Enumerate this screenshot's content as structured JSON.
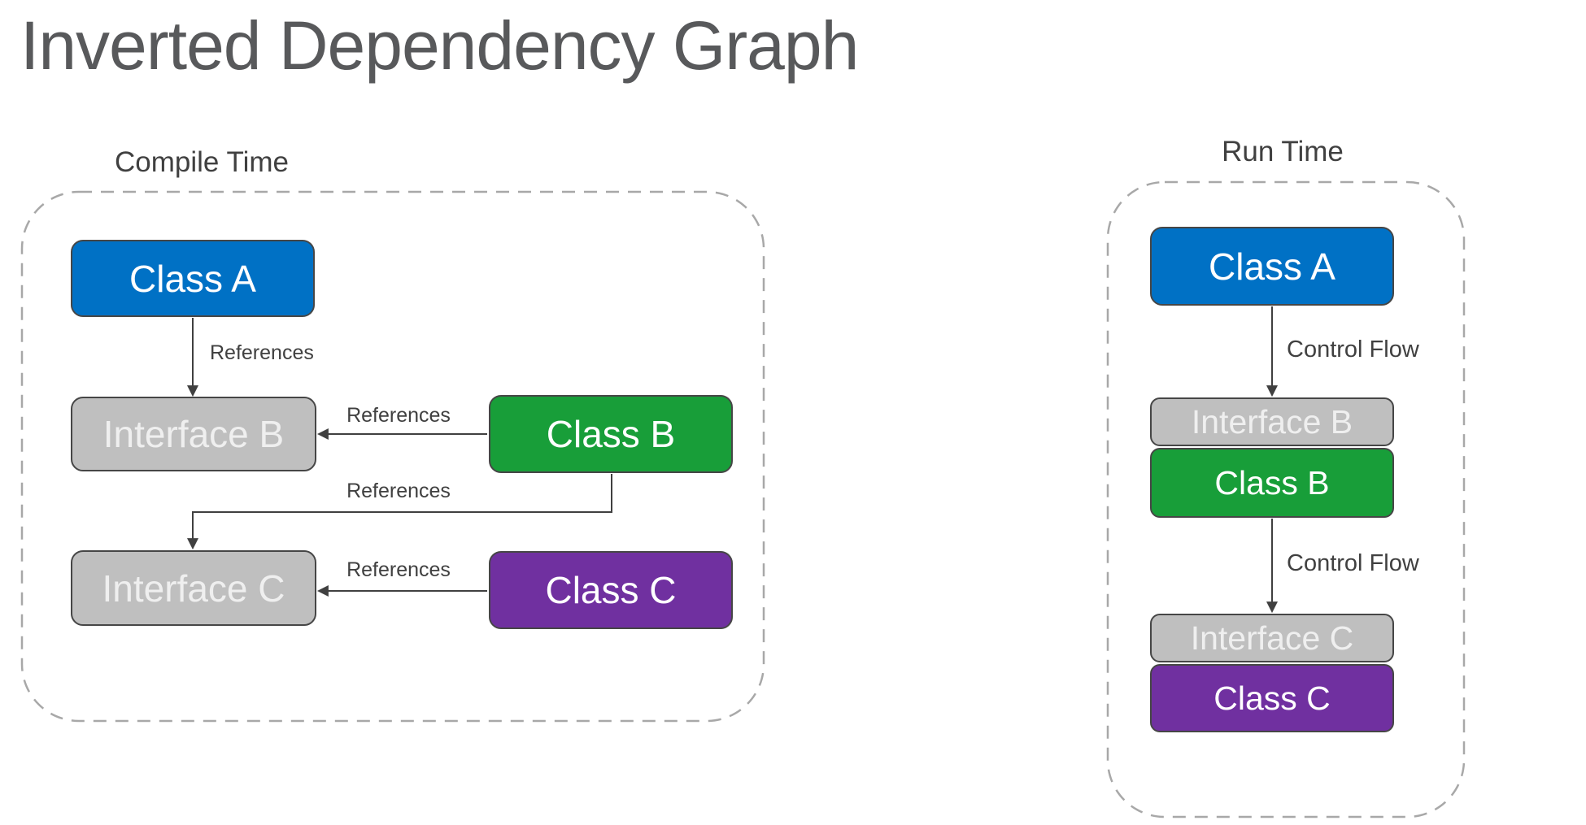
{
  "title": "Inverted Dependency Graph",
  "colors": {
    "class_blue": "#0071C5",
    "class_green": "#189E39",
    "class_purple": "#7030A0",
    "interface_gray": "#BFBFBF",
    "arrow": "#404040",
    "dashed_border": "#A8A8A8",
    "title_text": "#58595B",
    "label_text": "#404040"
  },
  "panels": [
    {
      "label": "Compile Time",
      "nodes": [
        {
          "label": "Class A",
          "type": "class",
          "color": "#0071C5"
        },
        {
          "label": "Interface B",
          "type": "interface",
          "color": "#BFBFBF"
        },
        {
          "label": "Class B",
          "type": "class",
          "color": "#189E39"
        },
        {
          "label": "Interface C",
          "type": "interface",
          "color": "#BFBFBF"
        },
        {
          "label": "Class C",
          "type": "class",
          "color": "#7030A0"
        }
      ],
      "edges": [
        {
          "from": "Class A",
          "to": "Interface B",
          "label": "References"
        },
        {
          "from": "Class B",
          "to": "Interface B",
          "label": "References"
        },
        {
          "from": "Class B",
          "to": "Interface C",
          "label": "References"
        },
        {
          "from": "Class C",
          "to": "Interface C",
          "label": "References"
        }
      ]
    },
    {
      "label": "Run Time",
      "nodes": [
        {
          "label": "Class A",
          "type": "class",
          "color": "#0071C5"
        },
        {
          "label": "Interface B",
          "type": "interface",
          "color": "#BFBFBF"
        },
        {
          "label": "Class B",
          "type": "class",
          "color": "#189E39"
        },
        {
          "label": "Interface C",
          "type": "interface",
          "color": "#BFBFBF"
        },
        {
          "label": "Class C",
          "type": "class",
          "color": "#7030A0"
        }
      ],
      "edges": [
        {
          "from": "Class A",
          "to": "Interface B",
          "label": "Control Flow"
        },
        {
          "from": "Class B",
          "to": "Interface C",
          "label": "Control Flow"
        }
      ]
    }
  ]
}
